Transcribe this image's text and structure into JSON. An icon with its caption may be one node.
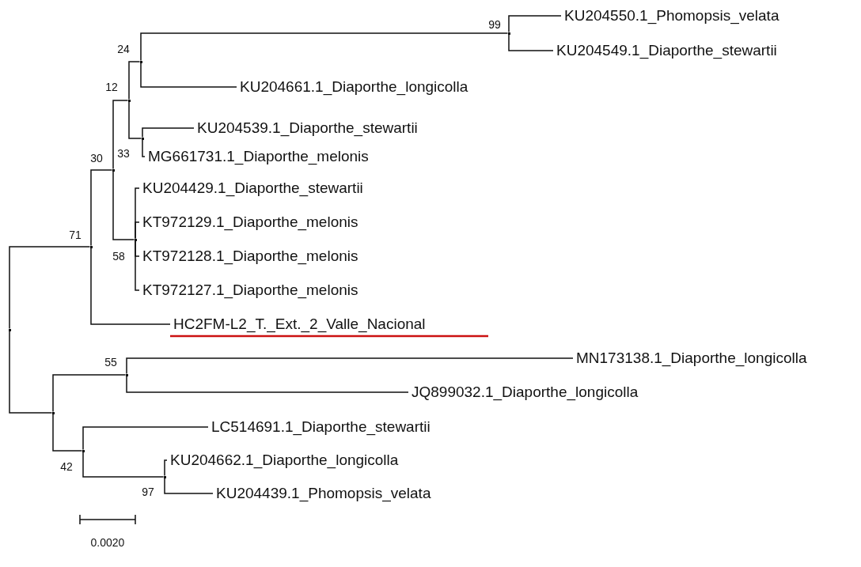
{
  "diagram": {
    "nodes": [
      {
        "text": [],
        "shape": "point"
      },
      {
        "text": [],
        "shape": "point",
        "beside": [
          "71"
        ]
      },
      {
        "text": [],
        "shape": "point",
        "beside": [
          "30"
        ]
      },
      {
        "text": [],
        "shape": "point",
        "beside": [
          "12"
        ]
      },
      {
        "text": [],
        "shape": "point",
        "beside": [
          "24"
        ]
      },
      {
        "text": [],
        "shape": "point",
        "beside": [
          "99"
        ]
      },
      {
        "text": [
          "KU204550.1_Phomopsis_velata"
        ]
      },
      {
        "text": [
          "KU204549.1_Diaporthe_stewartii"
        ]
      },
      {
        "text": [
          "KU204661.1_Diaporthe_longicolla"
        ]
      },
      {
        "text": [],
        "shape": "point",
        "beside": [
          "33"
        ]
      },
      {
        "text": [
          "KU204539.1_Diaporthe_stewartii"
        ]
      },
      {
        "text": [
          "MG661731.1_Diaporthe_melonis"
        ]
      },
      {
        "text": [],
        "shape": "point",
        "beside": [
          "58"
        ]
      },
      {
        "text": [
          "KU204429.1_Diaporthe_stewartii"
        ]
      },
      {
        "text": [
          "KT972129.1_Diaporthe_melonis"
        ]
      },
      {
        "text": [
          "KT972128.1_Diaporthe_melonis"
        ]
      },
      {
        "text": [
          "KT972127.1_Diaporthe_melonis"
        ]
      },
      {
        "text": [
          "HC2FM-L2_T._Ext._2_Valle_Nacional"
        ]
      },
      {
        "text": [],
        "shape": "point"
      },
      {
        "text": [],
        "shape": "point",
        "beside": [
          "55"
        ]
      },
      {
        "text": [
          "MN173138.1_Diaporthe_longicolla"
        ]
      },
      {
        "text": [
          "JQ899032.1_Diaporthe_longicolla"
        ]
      },
      {
        "text": [],
        "shape": "point",
        "beside": [
          "42"
        ]
      },
      {
        "text": [
          "LC514691.1_Diaporthe_stewartii"
        ]
      },
      {
        "text": [],
        "shape": "point",
        "beside": [
          "97"
        ]
      },
      {
        "text": [
          "KU204662.1_Diaporthe_longicolla"
        ]
      },
      {
        "text": [
          "KU204439.1_Phomopsis_velata"
        ]
      }
    ],
    "edges": [
      {
        "from": 0,
        "to": 1,
        "arrow": "none"
      },
      {
        "from": 1,
        "to": 2,
        "arrow": "none"
      },
      {
        "from": 2,
        "to": 3,
        "arrow": "none"
      },
      {
        "from": 3,
        "to": 4,
        "arrow": "none"
      },
      {
        "from": 4,
        "to": 5,
        "arrow": "none"
      },
      {
        "from": 5,
        "to": 6,
        "arrow": "none"
      },
      {
        "from": 5,
        "to": 7,
        "arrow": "none"
      },
      {
        "from": 4,
        "to": 8,
        "arrow": "none"
      },
      {
        "from": 3,
        "to": 9,
        "arrow": "none"
      },
      {
        "from": 9,
        "to": 10,
        "arrow": "none"
      },
      {
        "from": 9,
        "to": 11,
        "arrow": "none"
      },
      {
        "from": 2,
        "to": 12,
        "arrow": "none"
      },
      {
        "from": 12,
        "to": 13,
        "arrow": "none"
      },
      {
        "from": 12,
        "to": 14,
        "arrow": "none"
      },
      {
        "from": 12,
        "to": 15,
        "arrow": "none"
      },
      {
        "from": 12,
        "to": 16,
        "arrow": "none"
      },
      {
        "from": 1,
        "to": 17,
        "arrow": "none"
      },
      {
        "from": 0,
        "to": 18,
        "arrow": "none"
      },
      {
        "from": 18,
        "to": 19,
        "arrow": "none"
      },
      {
        "from": 19,
        "to": 20,
        "arrow": "none"
      },
      {
        "from": 19,
        "to": 21,
        "arrow": "none"
      },
      {
        "from": 18,
        "to": 22,
        "arrow": "none"
      },
      {
        "from": 22,
        "to": 23,
        "arrow": "none"
      },
      {
        "from": 22,
        "to": 24,
        "arrow": "none"
      },
      {
        "from": 24,
        "to": 25,
        "arrow": "none"
      },
      {
        "from": 24,
        "to": 26,
        "arrow": "none"
      }
    ],
    "labels": [
      "0.0020"
    ]
  }
}
